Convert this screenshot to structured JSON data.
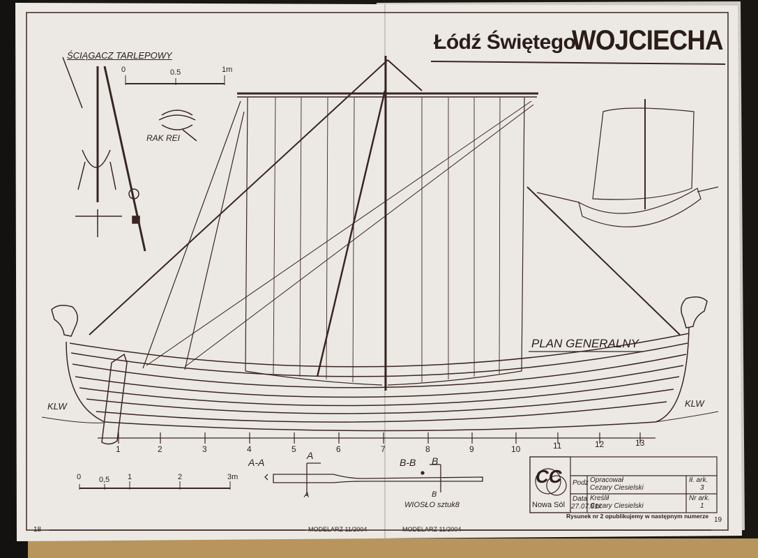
{
  "title": {
    "part1": "Łódź Świętego",
    "part2": "WOJCIECHA"
  },
  "labels": {
    "sciagacz": "ŚCIĄGACZ TARLEPOWY",
    "rak_rei": "RAK REI",
    "plan": "PLAN GENERALNY",
    "klw_left": "KLW",
    "klw_right": "KLW",
    "section_aa": "A-A",
    "mark_a_top": "A",
    "mark_a_bottom": "A",
    "section_bb": "B-B",
    "mark_b_top": "B",
    "mark_b_bottom": "B",
    "wioslo": "WIOSŁO sztuk8"
  },
  "scale_small": {
    "ticks": [
      "0",
      "0.5",
      "1m"
    ]
  },
  "scale_large": {
    "ticks": [
      "0",
      "0,5",
      "1",
      "2",
      "3m"
    ]
  },
  "frames": [
    "1",
    "2",
    "3",
    "4",
    "5",
    "6",
    "7",
    "8",
    "9",
    "10",
    "11",
    "12",
    "13"
  ],
  "title_block": {
    "logo": "CC",
    "city": "Nowa Sól",
    "podz_label": "Podz",
    "data_label": "Data",
    "date": "27.07.81r.",
    "opracowal": "Opracował",
    "kreslil": "Kreślił",
    "author1": "Cezary Ciesielski",
    "author2": "Cezary Ciesielski",
    "ark_label": "Ił. ark.",
    "ark_value": "3",
    "nr_label": "Nr ark.",
    "nr_value": "1"
  },
  "footer": {
    "note": "Rysunek nr 2 opublikujemy w następnym numerze",
    "page_left": "18",
    "page_right": "19",
    "magazine_left": "MODELARZ 11/2004",
    "magazine_right": "MODELARZ 11/2004"
  },
  "colors": {
    "paper": "#ece9e4",
    "ink": "#3a2522",
    "background": "#1a1712",
    "wood": "#b8955c"
  }
}
